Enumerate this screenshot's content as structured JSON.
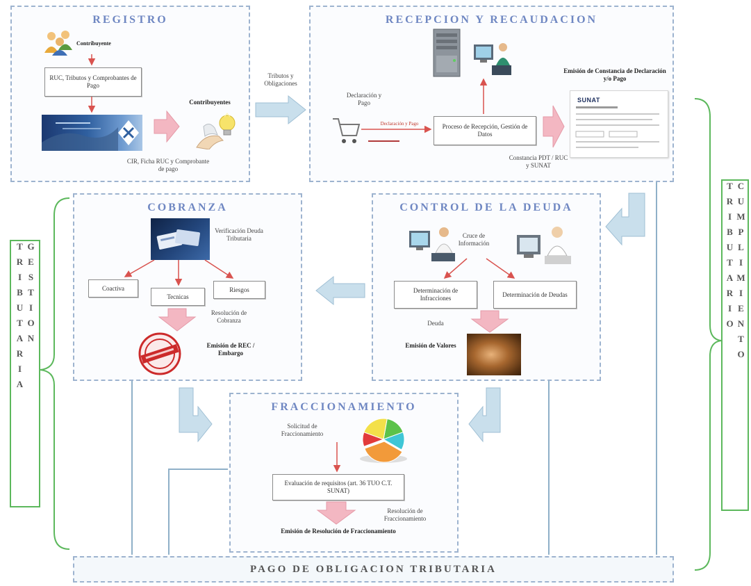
{
  "registro": {
    "title": "REGISTRO",
    "contribuyente": "Contribuyente",
    "step_box": "RUC, Tributos y Comprobantes de Pago",
    "contribuyentes": "Contribuyentes",
    "output": "CIR, Ficha RUC y Comprobante de pago"
  },
  "link_registro_recepcion": "Tributos y Obligaciones",
  "recepcion": {
    "title": "RECEPCION Y RECAUDACION",
    "declaracion": "Declaración y Pago",
    "arrow_label": "Declaración y Pago",
    "process_box": "Proceso de Recepción, Gestión de Datos",
    "emision": "Emisión de Constancia de Declaración y/o Pago",
    "logo": "SUNAT",
    "output": "Constancia PDT / RUC y SUNAT"
  },
  "cobranza": {
    "title": "COBRANZA",
    "verificacion": "Verificación Deuda Tributaria",
    "boxes": [
      "Coactiva",
      "Tecnicas",
      "Riesgos"
    ],
    "resolucion": "Resolución de Cobranza",
    "emision": "Emisión de REC / Embargo"
  },
  "control": {
    "title": "CONTROL DE LA DEUDA",
    "cruce": "Cruce de Información",
    "box_infracciones": "Determinación de Infracciones",
    "box_deudas": "Determinación de Deudas",
    "deuda": "Deuda",
    "emision": "Emisión de Valores"
  },
  "fraccionamiento": {
    "title": "FRACCIONAMIENTO",
    "solicitud": "Solicitud de Fraccionamiento",
    "evaluacion": "Evaluación de requisitos (art. 36 TUO C.T. SUNAT)",
    "resolucion": "Resolución de Fraccionamiento",
    "emision": "Emisión de Resolución de Fraccionamiento"
  },
  "side_left": "GESTION TRIBUTARIA",
  "side_right": "CUMPLIMIENTO TRIBUTARIO",
  "bottom_bar": "PAGO DE OBLIGACION TRIBUTARIA",
  "icons": {
    "contribuyente": "people-icon",
    "registro_image": "web-screenshot-image",
    "contribuyentes": "lightbulb-icon",
    "server": "server-icon",
    "operator": "computer-user-icon",
    "cart": "cart-icon",
    "document": "document-icon",
    "cobranza_image": "cards-image",
    "stamp": "stamp-icon",
    "valores_image": "brown-texture-image",
    "fraccionamiento_chart": "pie-chart-icon"
  },
  "colors": {
    "title": "#6f87c2",
    "panel_border": "#9db3cf",
    "flow_arrow": "#c9dfec",
    "step_arrow": "#f3b7c2",
    "connector_red": "#d9534f",
    "brace_green": "#5cb85c",
    "line_blue": "#8fb0c8"
  }
}
